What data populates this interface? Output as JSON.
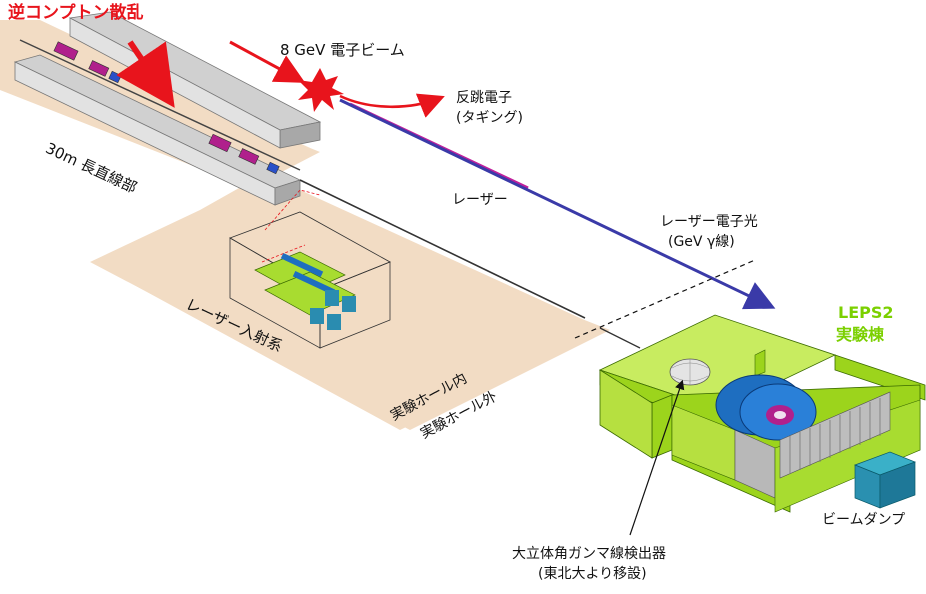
{
  "labels": {
    "inverse_compton": "逆コンプトン散乱",
    "electron_beam": "8 GeV 電子ビーム",
    "recoil_electron_1": "反跳電子",
    "recoil_electron_2": "(タギング)",
    "long_straight": "30m 長直線部",
    "laser": "レーザー",
    "laser_electron_photon_1": "レーザー電子光",
    "laser_electron_photon_2": "(GeV γ線)",
    "leps2_1": "LEPS2",
    "leps2_2": "実験棟",
    "laser_injection": "レーザー入射系",
    "hall_inside": "実験ホール内",
    "hall_outside": "実験ホール外",
    "beam_dump": "ビームダンプ",
    "detector_1": "大立体角ガンマ線検出器",
    "detector_2": "(東北大より移設)"
  },
  "colors": {
    "floor": "#f2dcc4",
    "tunnel_wall": "#c8c8c8",
    "magnet": "#b0208c",
    "laser_line": "#c0209c",
    "gamma_line": "#3a3aa8",
    "leps_wall": "#9cd41c",
    "detector_blue": "#1e6ec0",
    "accent_red": "#e8141c",
    "leps_text": "#7bd000"
  }
}
